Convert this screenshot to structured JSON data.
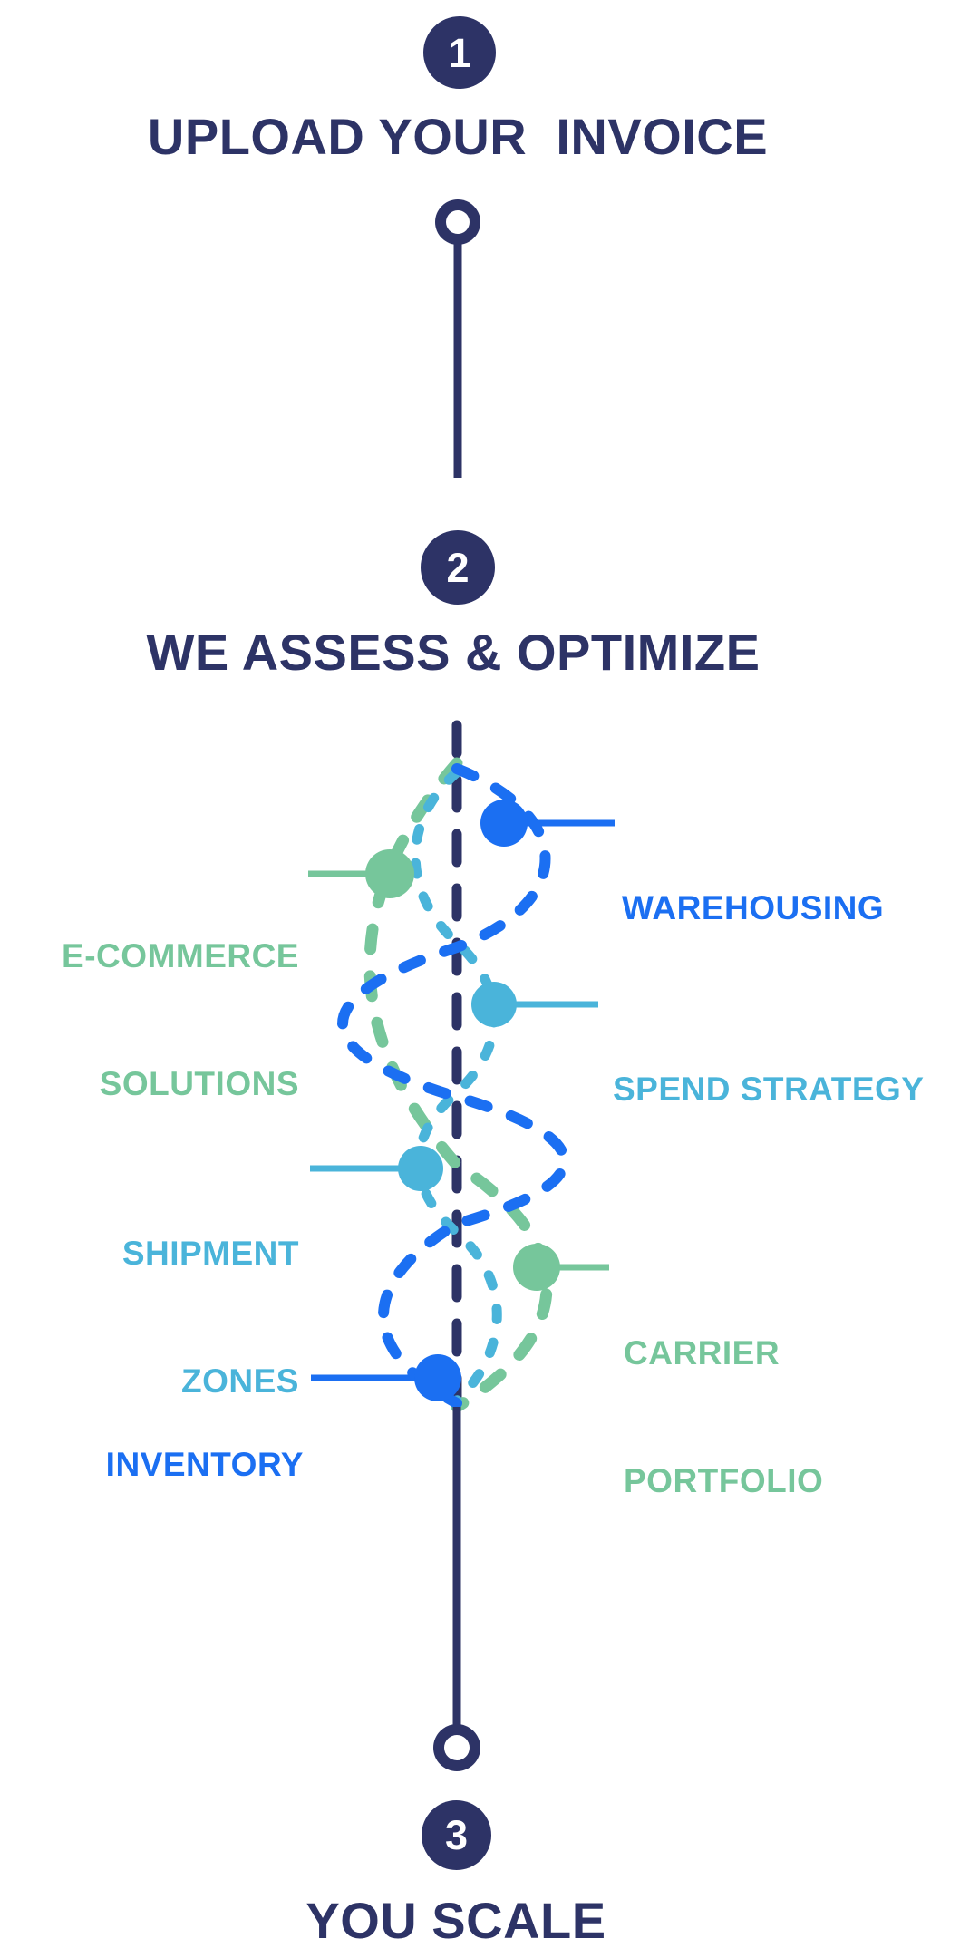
{
  "colors": {
    "navy": "#2D3366",
    "blue": "#1B6FF2",
    "cyan": "#4AB4DA",
    "green": "#76C69B",
    "badge_number_text": "#FFFFFF"
  },
  "steps": [
    {
      "number": "1",
      "title": "UPLOAD YOUR  INVOICE"
    },
    {
      "number": "2",
      "title": "WE ASSESS & OPTIMIZE"
    },
    {
      "number": "3",
      "title": "YOU SCALE"
    }
  ],
  "helix_labels": [
    {
      "id": "warehousing",
      "side": "right",
      "color": "#1B6FF2",
      "lines": [
        "WAREHOUSING"
      ]
    },
    {
      "id": "ecommerce-solutions",
      "side": "left",
      "color": "#76C69B",
      "lines": [
        "E-COMMERCE",
        "SOLUTIONS"
      ]
    },
    {
      "id": "spend-strategy",
      "side": "right",
      "color": "#4AB4DA",
      "lines": [
        "SPEND STRATEGY"
      ]
    },
    {
      "id": "shipment-zones",
      "side": "left",
      "color": "#4AB4DA",
      "lines": [
        "SHIPMENT",
        "ZONES"
      ]
    },
    {
      "id": "carrier-portfolio",
      "side": "right",
      "color": "#76C69B",
      "lines": [
        "CARRIER",
        "PORTFOLIO"
      ]
    },
    {
      "id": "inventory",
      "side": "left",
      "color": "#1B6FF2",
      "lines": [
        "INVENTORY"
      ]
    }
  ]
}
